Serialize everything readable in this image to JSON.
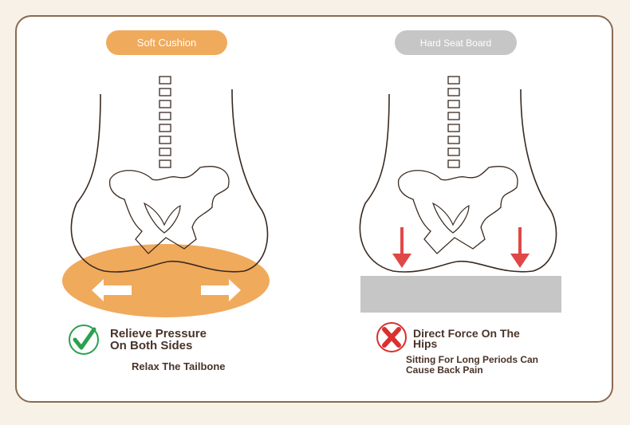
{
  "colors": {
    "accent": "#f0aa5c",
    "gray": "#c6c6c6",
    "check": "#2aa14e",
    "cross": "#d93030",
    "text": "#4a3328"
  },
  "left": {
    "label": "Soft Cushion",
    "headline_line1": "Relieve Pressure",
    "headline_line2": "On Both Sides",
    "subtext": "Relax The Tailbone",
    "icon": "check-icon"
  },
  "right": {
    "label": "Hard Seat Board",
    "headline_line1": "Direct Force On The",
    "headline_line2": "Hips",
    "subtext_line1": "Sitting For Long Periods Can",
    "subtext_line2": "Cause Back Pain",
    "icon": "x-icon"
  }
}
